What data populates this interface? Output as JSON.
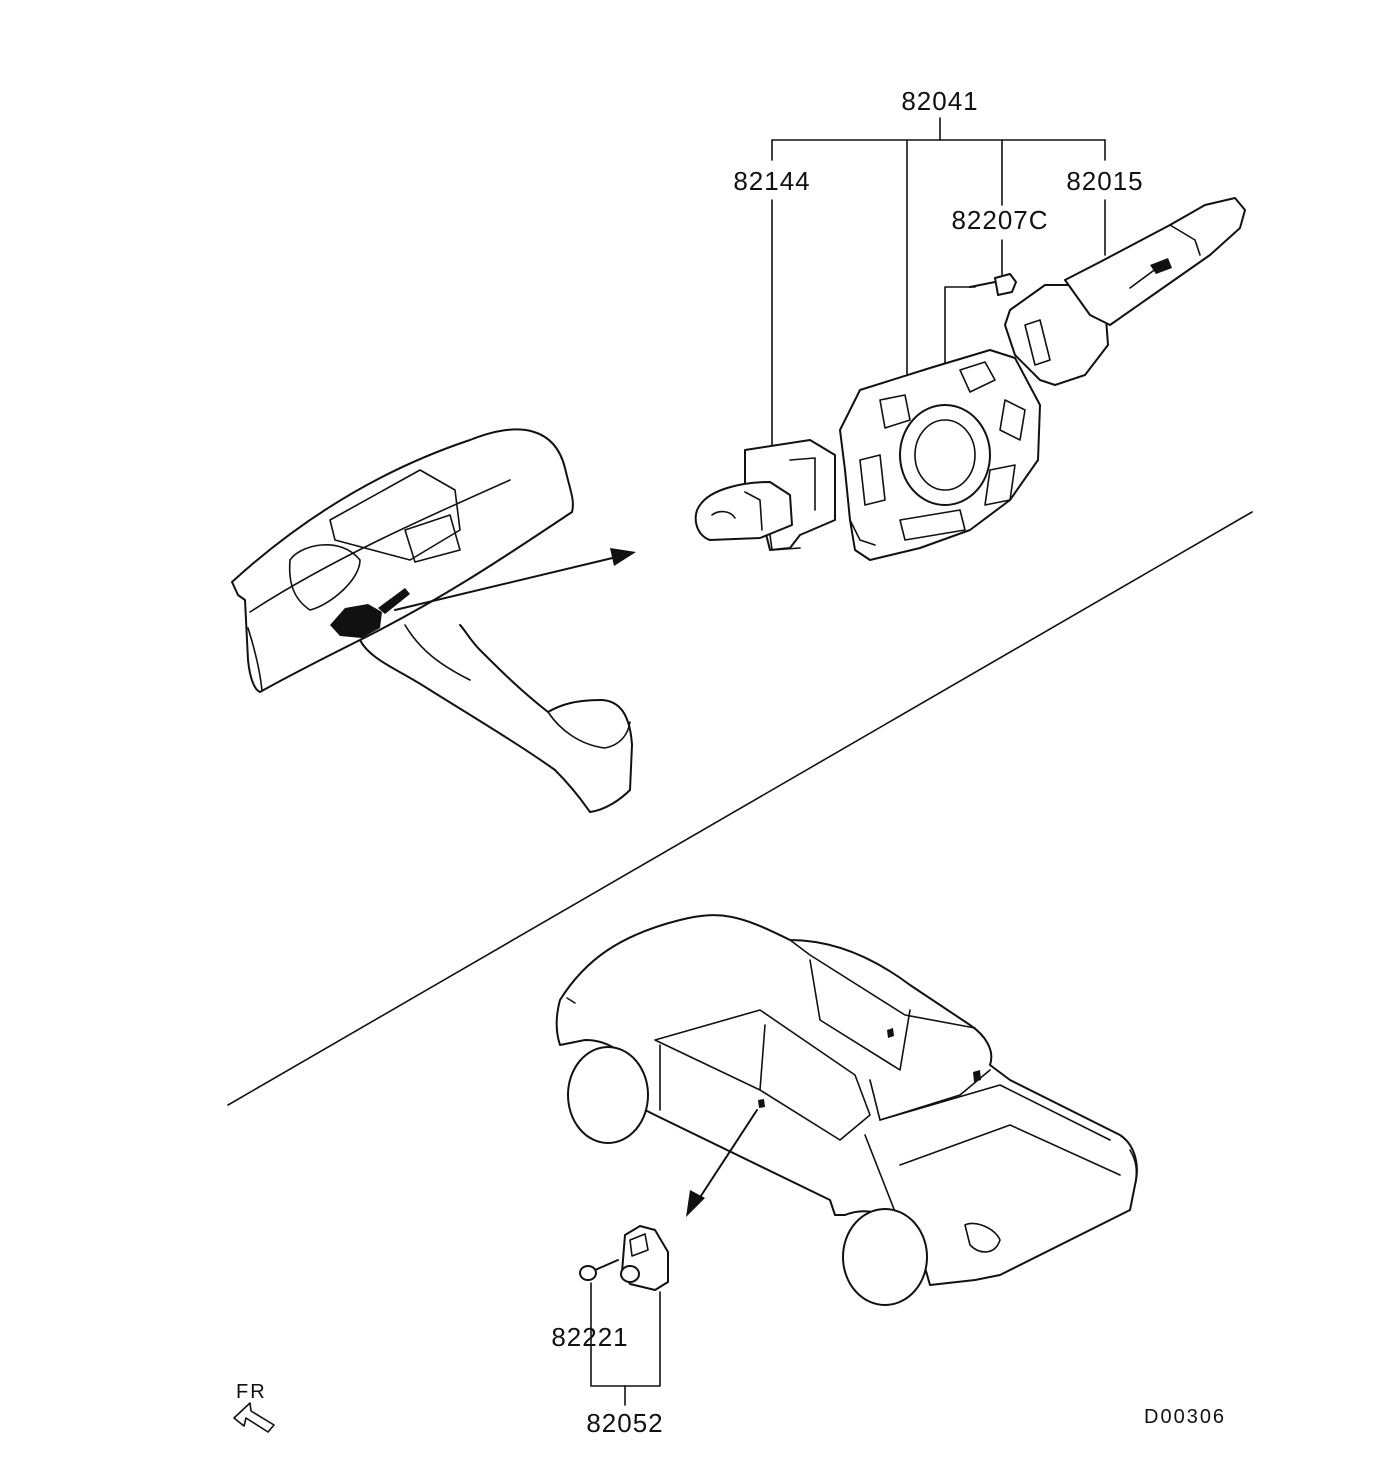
{
  "parts": {
    "assembly": "82041",
    "lighting_switch": "82144",
    "wiper_switch": "82015",
    "screw_top": "82207C",
    "door_switch_screw": "82221",
    "door_switch": "82052"
  },
  "orientation": {
    "label": "FR"
  },
  "diagram_code": "D00306",
  "icons": {
    "dashboard": "dashboard-illustration",
    "column_switch": "column-switch-illustration",
    "vehicle": "pickup-truck-illustration",
    "direction": "front-arrow-icon"
  }
}
